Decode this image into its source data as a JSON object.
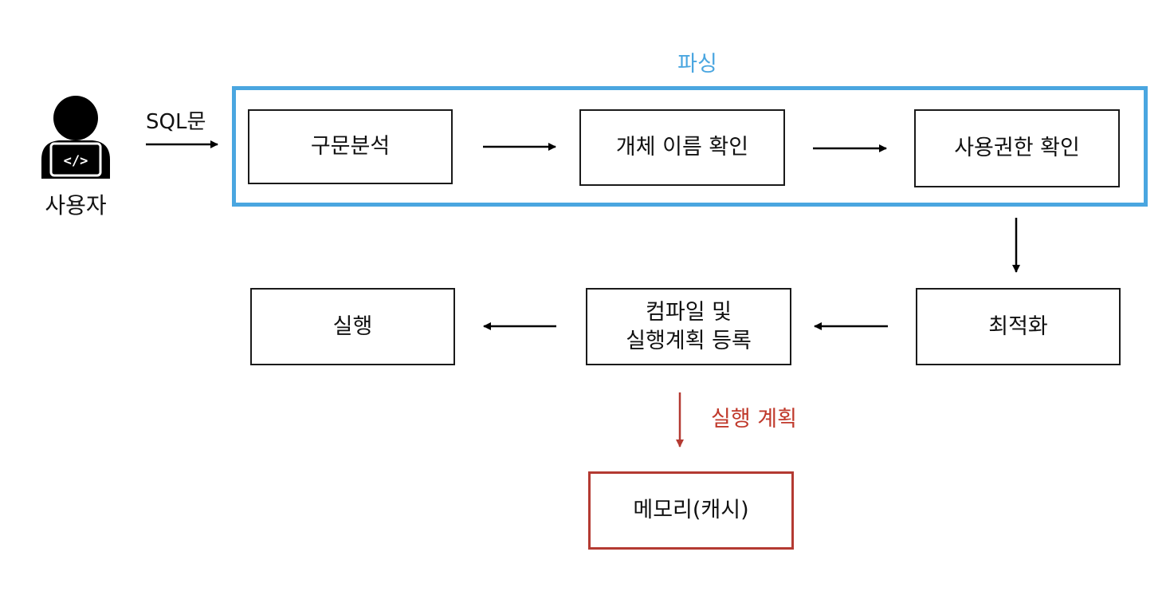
{
  "parsing_title": "파싱",
  "user": {
    "label": "사용자",
    "icon": "developer-laptop-icon"
  },
  "sql_label": "SQL문",
  "steps": {
    "syntax": "구문분석",
    "object_name": "개체 이름 확인",
    "privilege": "사용권한 확인",
    "optimize": "최적화",
    "compile_line1": "컴파일 및",
    "compile_line2": "실행계획 등록",
    "execute": "실행"
  },
  "plan_label": "실행 계획",
  "memory": "메모리(캐시)",
  "colors": {
    "parse_accent": "#4aa6e0",
    "plan_accent": "#c0392b",
    "memory_border": "#b43a32"
  }
}
